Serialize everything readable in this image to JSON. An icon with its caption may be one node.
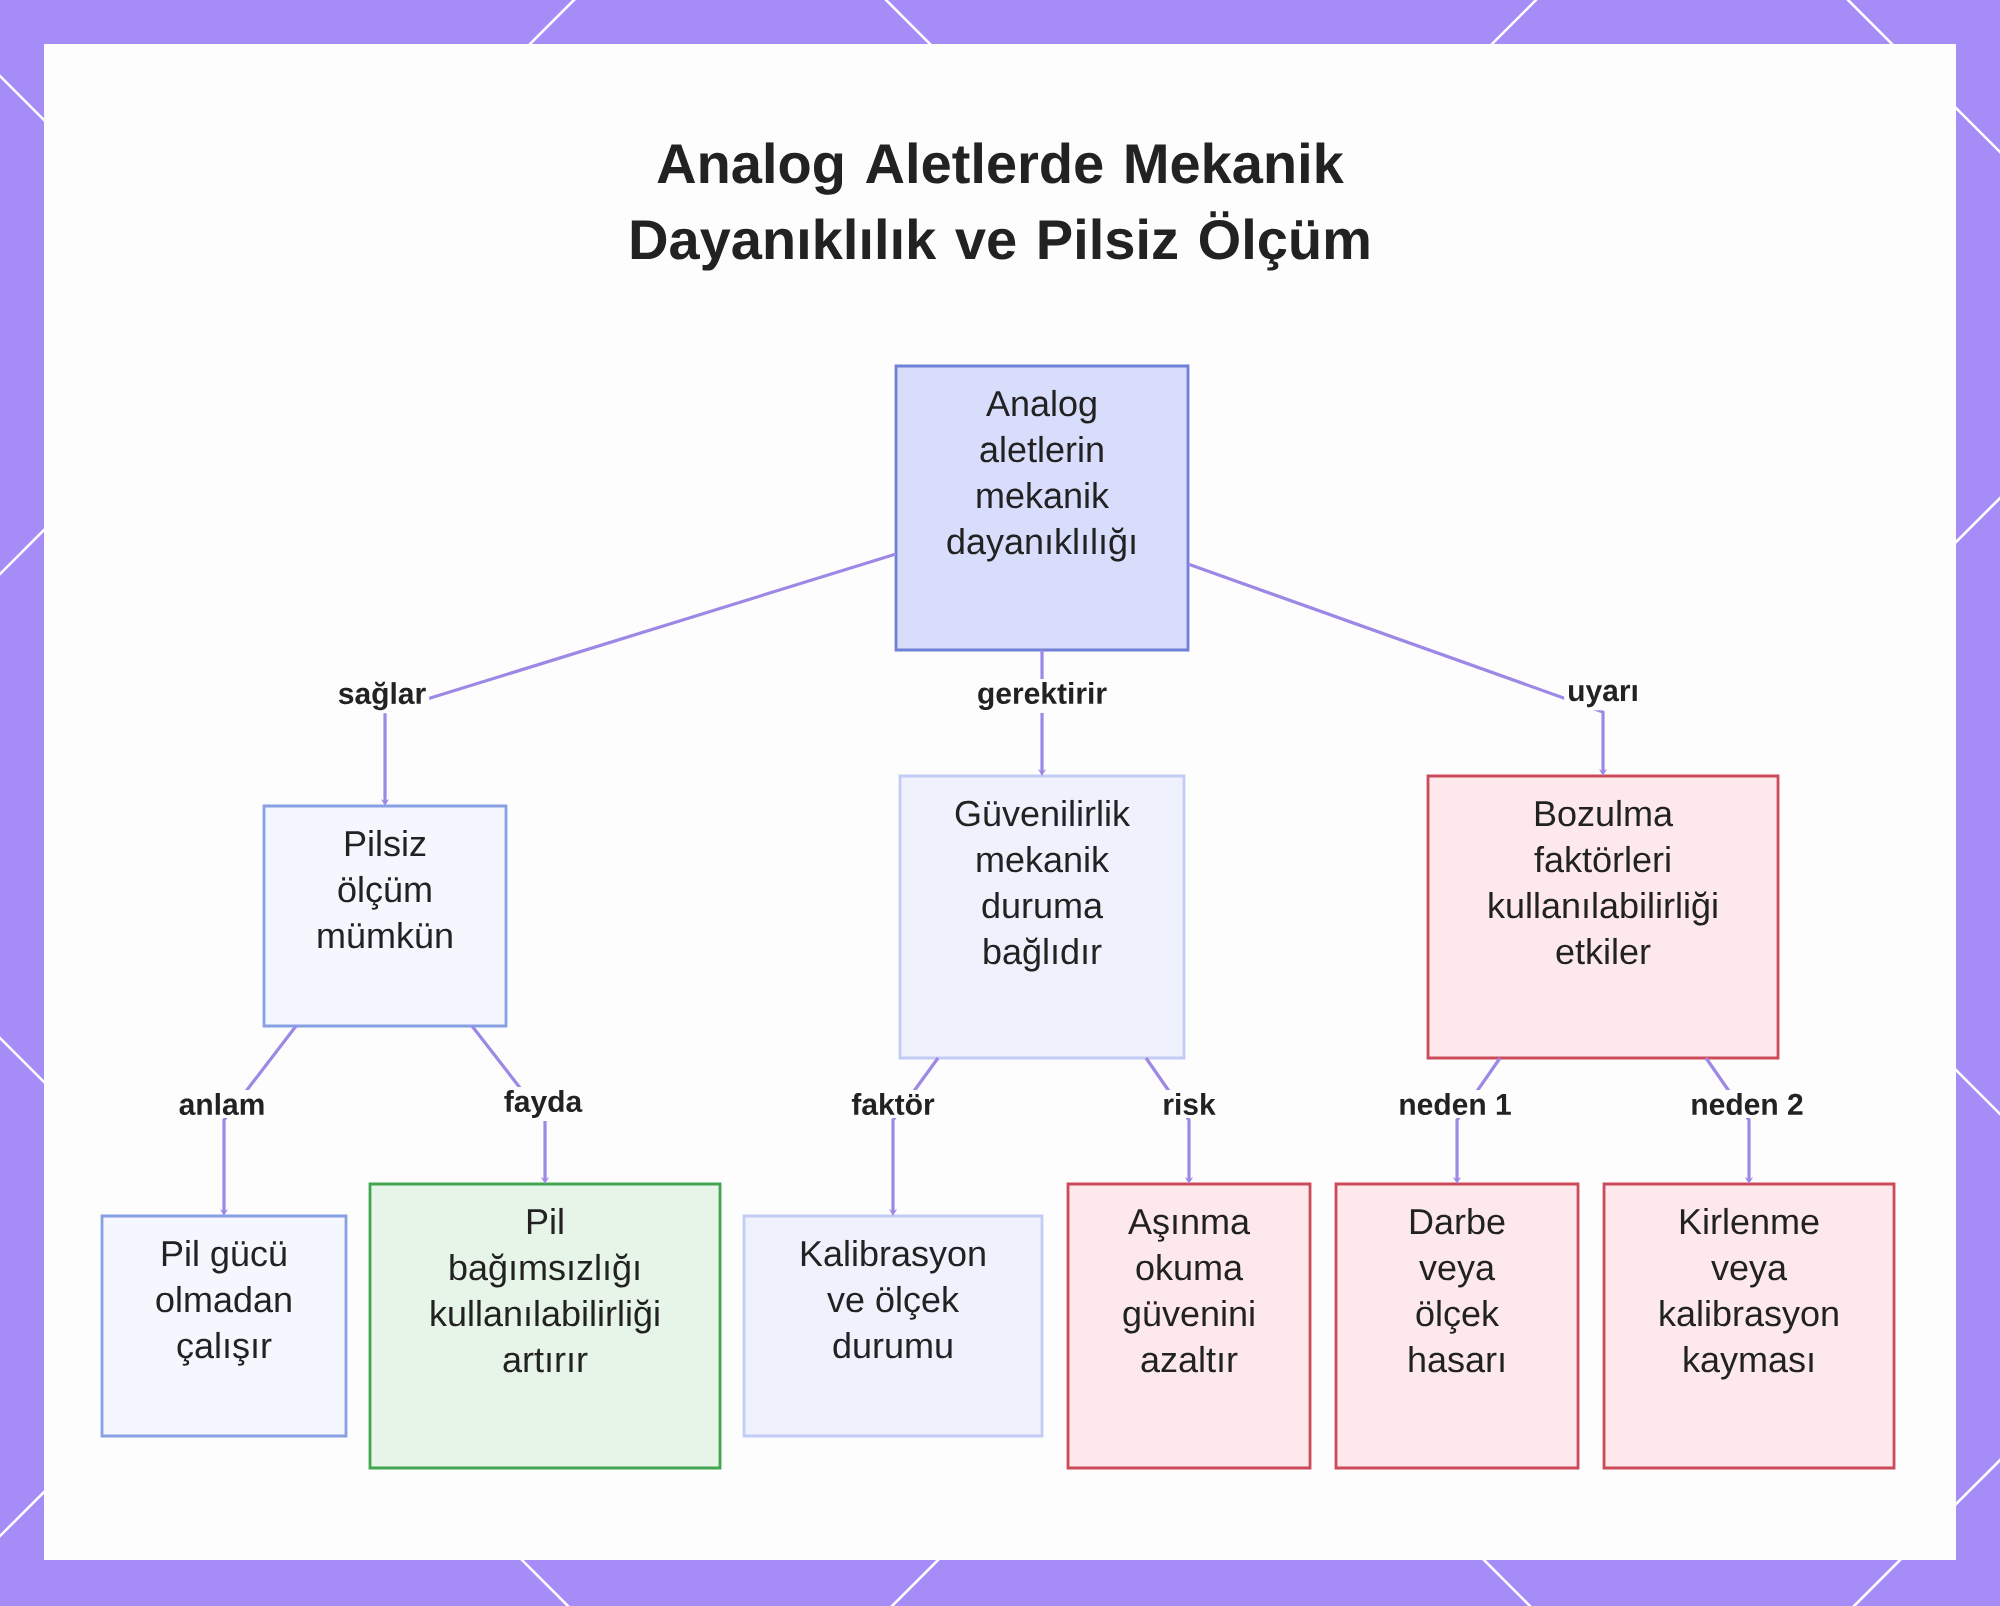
{
  "diagram": {
    "title": "Analog Aletlerde Mekanik Dayanıklılık ve Pilsiz Ölçüm",
    "nodes": [
      {
        "text": [
          "Analog aletlerin mekanik dayanıklılığı"
        ]
      },
      {
        "text": [
          "Pilsiz ölçüm mümkün"
        ]
      },
      {
        "text": [
          "Güvenilirlik mekanik duruma bağlıdır"
        ]
      },
      {
        "text": [
          "Bozulma faktörleri kullanılabilirliği etkiler"
        ]
      },
      {
        "text": [
          "Pil gücü olmadan çalışır"
        ]
      },
      {
        "text": [
          "Pil bağımsızlığı kullanılabilirliği artırır"
        ]
      },
      {
        "text": [
          "Kalibrasyon ve ölçek durumu"
        ]
      },
      {
        "text": [
          "Aşınma okuma güvenini azaltır"
        ]
      },
      {
        "text": [
          "Darbe veya ölçek hasarı"
        ]
      },
      {
        "text": [
          "Kirlenme veya kalibrasyon kayması"
        ]
      }
    ],
    "edges": [
      {
        "from": 0,
        "to": 1,
        "arrow": "to",
        "label": "sağlar"
      },
      {
        "from": 0,
        "to": 2,
        "arrow": "to",
        "label": "gerektirir"
      },
      {
        "from": 0,
        "to": 3,
        "arrow": "to",
        "label": "uyarı"
      },
      {
        "from": 1,
        "to": 4,
        "arrow": "to",
        "label": "anlam"
      },
      {
        "from": 1,
        "to": 5,
        "arrow": "to",
        "label": "fayda"
      },
      {
        "from": 2,
        "to": 6,
        "arrow": "to",
        "label": "faktör"
      },
      {
        "from": 2,
        "to": 7,
        "arrow": "to",
        "label": "risk"
      },
      {
        "from": 3,
        "to": 8,
        "arrow": "to",
        "label": "neden 1"
      },
      {
        "from": 3,
        "to": 9,
        "arrow": "to",
        "label": "neden 2"
      }
    ]
  }
}
